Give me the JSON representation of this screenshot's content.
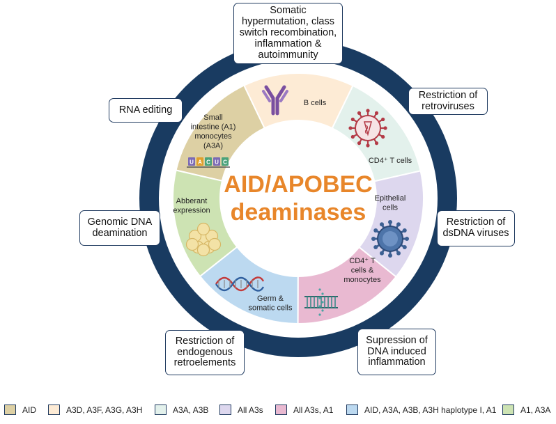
{
  "center": {
    "line1": "AID/APOBEC",
    "line2": "deaminases",
    "color": "#e8862a"
  },
  "colors": {
    "ring": "#193b61",
    "inner_circle": "#ffffff",
    "box_border": "#1f3a5f",
    "tan": "#ddd0a4",
    "peach": "#fdebd5",
    "mint": "#e3f1ec",
    "lavender": "#ddd7ee",
    "pink": "#e9b9d1",
    "lightblue": "#bcd9f0",
    "green": "#cde3b3"
  },
  "segments": [
    {
      "label": "B cells",
      "color_key": "tan",
      "icon": "antibody-icon"
    },
    {
      "label": "CD4⁺ T cells",
      "color_key": "peach",
      "icon": "retrovirus-icon"
    },
    {
      "label": "Epithelial\ncells",
      "color_key": "mint",
      "icon": "dsdna-virus-icon"
    },
    {
      "label": "CD4⁺ T\ncells &\nmonocytes",
      "color_key": "lavender",
      "icon": "dna-ladder-icon"
    },
    {
      "label": "Germ &\nsomatic cells",
      "color_key": "pink",
      "icon": "dna-helix-icon"
    },
    {
      "label": "Abberant\nexpression",
      "color_key": "lightblue",
      "icon": "cell-cluster-icon"
    },
    {
      "label": "Small\nintestine (A1)\nmonocytes\n(A3A)",
      "color_key": "green",
      "icon": "rna-bases-icon"
    }
  ],
  "rna_bases": [
    "U",
    "A",
    "C",
    "U",
    "C"
  ],
  "outer_boxes": [
    {
      "id": "somatic",
      "text": "Somatic\nhypermutation, class\nswitch recombination,\ninflammation &\nautoimmunity"
    },
    {
      "id": "retroviruses",
      "text": "Restriction of\nretroviruses"
    },
    {
      "id": "dsdna",
      "text": "Restriction of\ndsDNA viruses"
    },
    {
      "id": "supression",
      "text": "Supression of\nDNA induced\ninflammation"
    },
    {
      "id": "retroelements",
      "text": "Restriction of\nendogenous\nretroelements"
    },
    {
      "id": "genomic",
      "text": "Genomic DNA\ndeamination"
    },
    {
      "id": "rna",
      "text": "RNA editing"
    }
  ],
  "legend": [
    {
      "label": "AID",
      "color_key": "tan"
    },
    {
      "label": "A3D, A3F, A3G, A3H",
      "color_key": "peach"
    },
    {
      "label": "A3A, A3B",
      "color_key": "mint"
    },
    {
      "label": "All A3s",
      "color_key": "lavender"
    },
    {
      "label": "All A3s, A1",
      "color_key": "pink"
    },
    {
      "label": "AID, A3A, A3B, A3H haplotype I, A1",
      "color_key": "lightblue"
    },
    {
      "label": "A1, A3A",
      "color_key": "green"
    }
  ]
}
